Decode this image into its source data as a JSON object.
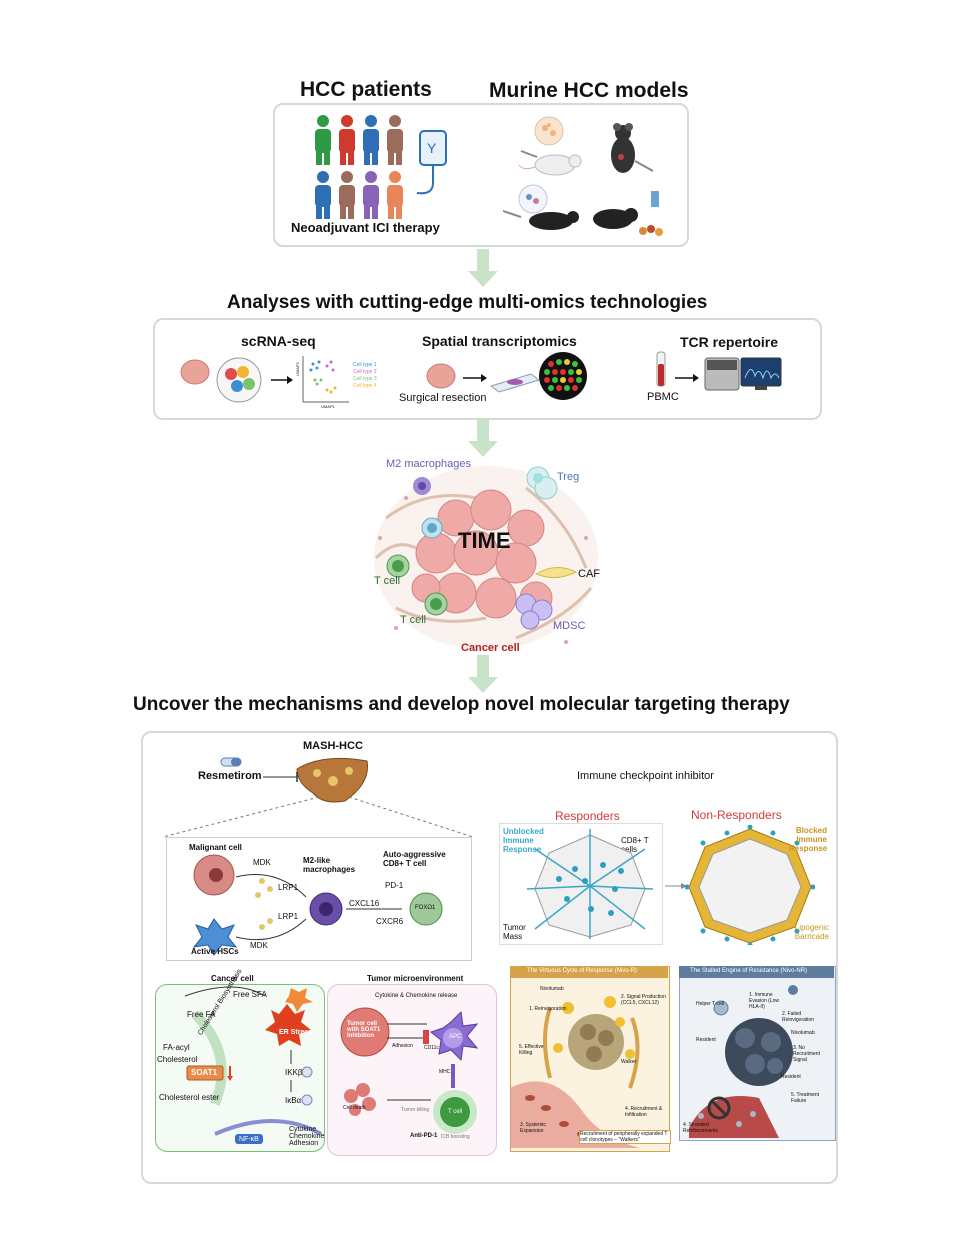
{
  "top": {
    "left_title": "HCC patients",
    "right_title": "Murine HCC models",
    "therapy_label": "Neoadjuvant ICI therapy"
  },
  "analyses": {
    "title": "Analyses with cutting-edge multi-omics technologies",
    "scrna": "scRNA-seq",
    "scrna_types": [
      "Cell type 1",
      "Cell type 2",
      "Cell type 3",
      "Cell type 4"
    ],
    "umap_x": "UMAP1",
    "umap_y": "UMAP2",
    "spatial": "Spatial transcriptomics",
    "surgical": "Surgical resection",
    "tcr": "TCR repertoire",
    "pbmc": "PBMC"
  },
  "time": {
    "center": "TIME",
    "m2": "M2 macrophages",
    "treg": "Treg",
    "tcell1": "T cell",
    "tcell2": "T cell",
    "caf": "CAF",
    "mdsc": "MDSC",
    "cancer": "Cancer cell"
  },
  "bottom": {
    "title": "Uncover the mechanisms and develop novel molecular targeting therapy",
    "mash": {
      "title": "MASH-HCC",
      "drug": "Resmetirom",
      "malignant": "Malignant cell",
      "mdk1": "MDK",
      "lrp1a": "LRP1",
      "m2like": "M2-like macrophages",
      "auto": "Auto-aggressive CD8+ T cell",
      "pd1": "PD-1",
      "cxcl16": "CXCL16",
      "foxo1": "FOXO1",
      "cxcr6": "CXCR6",
      "lrp1b": "LRP1",
      "mdk2": "MDK",
      "hsc": "Active HSCs"
    },
    "ici": {
      "title": "Immune checkpoint inhibitor",
      "responders": "Responders",
      "nonresponders": "Non-Responders",
      "unblocked": "Unblocked Immune Response",
      "cd8": "CD8+ T cells",
      "blocked": "Blocked Immune Response",
      "tumor_mass": "Tumor Mass",
      "lipogenic": "Lipogenic Barricade"
    },
    "cancer": {
      "title": "Cancer cell",
      "free_sfa": "Free SFA",
      "free_fa": "Free FA",
      "cholesterol_bio": "Cholesterol Biosynthesis",
      "fa_acyl": "FA-acyl",
      "cholesterol": "Cholesterol",
      "soat1": "SOAT1",
      "er": "ER Stress",
      "ikkb": "IKKβ",
      "ikba": "IκBα",
      "chol_ester": "Cholesterol ester",
      "nfkb": "NF-κB",
      "cytokine": "Cytokine Chemokine Adhesion"
    },
    "tme": {
      "title": "Tumor microenvironment",
      "release": "Cytokine & Chemokine release",
      "tumor_cell": "Tumor cell with SOAT1 inhibition",
      "adhesion": "Adhesion",
      "cd11c": "CD11c",
      "apc": "APC",
      "mhc": "MHC",
      "celldeath": "Cell death",
      "tumorkill": "Tumor killing",
      "tcell": "T cell",
      "anti_pd1": "Anti-PD-1",
      "ici_boost": "ICB boosting"
    },
    "virtuous": {
      "title": "The Virtuous Cycle of Response (Nivo-R)",
      "nivolumab": "Nivolumab",
      "s1": "1. Reinvigoration",
      "s2": "2. Signal Production (CCL5, CXCL12)",
      "s3": "3. Systemic Expansion",
      "s4": "4. Recruitment & Infiltration",
      "s5": "5. Effective Killing",
      "walker": "Walker",
      "footer": "Recruitment of peripherally expanded T cell clonotypes – \"Walkers\""
    },
    "stalled": {
      "title": "The Stalled Engine of Resistance (Nivo-NR)",
      "helper": "Helper T-cell",
      "s1": "1. Immune Evasion (Low HLA-II)",
      "s2": "2. Failed Reinvigoration",
      "nivolumab": "Nivolumab",
      "resident1": "Resident",
      "s3": "3. No Recruitment Signal",
      "resident2": "Resident",
      "s5": "5. Treatment Failure",
      "s4": "4. Stranded Reinforcements"
    }
  },
  "colors": {
    "arrow": "#c9e3c9",
    "responders": "#d43b3b",
    "blocked": "#c8961f",
    "unblocked": "#3aa7c7",
    "vc_header": "#d6a24a",
    "se_header": "#5e7d9e"
  }
}
